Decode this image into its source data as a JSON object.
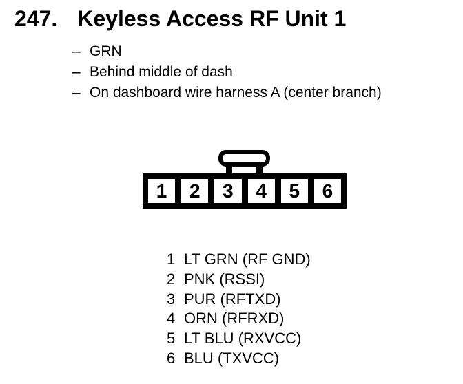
{
  "heading": {
    "number": "247.",
    "title": "Keyless Access RF Unit 1"
  },
  "notes": [
    {
      "marker": "–",
      "text": "GRN"
    },
    {
      "marker": "–",
      "text": "Behind middle of dash"
    },
    {
      "marker": "–",
      "text": "On dashboard wire harness A (center branch)"
    }
  ],
  "connector": {
    "pins": [
      "1",
      "2",
      "3",
      "4",
      "5",
      "6"
    ]
  },
  "pin_list": [
    {
      "number": "1",
      "description": "LT GRN (RF GND)"
    },
    {
      "number": "2",
      "description": "PNK (RSSI)"
    },
    {
      "number": "3",
      "description": "PUR (RFTXD)"
    },
    {
      "number": "4",
      "description": "ORN (RFRXD)"
    },
    {
      "number": "5",
      "description": "LT BLU (RXVCC)"
    },
    {
      "number": "6",
      "description": "BLU (TXVCC)"
    }
  ],
  "colors": {
    "ink": "#000000",
    "paper": "#ffffff"
  }
}
